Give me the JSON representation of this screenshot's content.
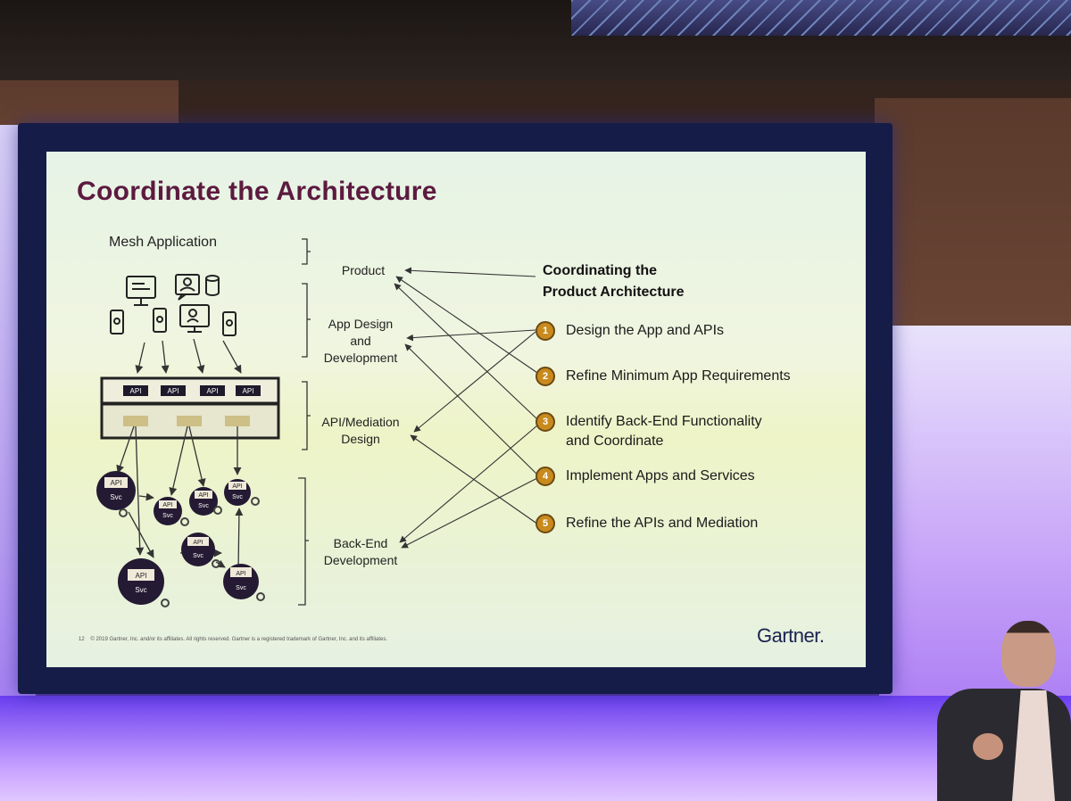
{
  "slide": {
    "title": "Coordinate the Architecture",
    "mesh_label": "Mesh Application",
    "stages": [
      "Product",
      "App Design\nand\nDevelopment",
      "API/Mediation\nDesign",
      "Back-End\nDevelopment"
    ],
    "right_header": "Coordinating the\nProduct Architecture",
    "steps": [
      {
        "num": "1",
        "text": "Design the App and APIs"
      },
      {
        "num": "2",
        "text": "Refine Minimum App Requirements"
      },
      {
        "num": "3",
        "text": "Identify Back-End Functionality\nand Coordinate"
      },
      {
        "num": "4",
        "text": "Implement Apps and Services"
      },
      {
        "num": "5",
        "text": "Refine the APIs and Mediation"
      }
    ],
    "api_label": "API",
    "svc_label": "Svc",
    "page_number": "12",
    "footer": "© 2019 Gartner, Inc. and/or its affiliates. All rights reserved. Gartner is a registered trademark of Gartner, Inc. and its affiliates.",
    "logo": "Gartner."
  },
  "colors": {
    "title": "#5c1a3f",
    "step_badge": "#c98a1d",
    "service_node": "#241a33",
    "screen_frame": "#151c47"
  },
  "icons": [
    "desktop-icon",
    "chat-user-icon",
    "database-icon",
    "mobile-icon",
    "gear-icon"
  ]
}
